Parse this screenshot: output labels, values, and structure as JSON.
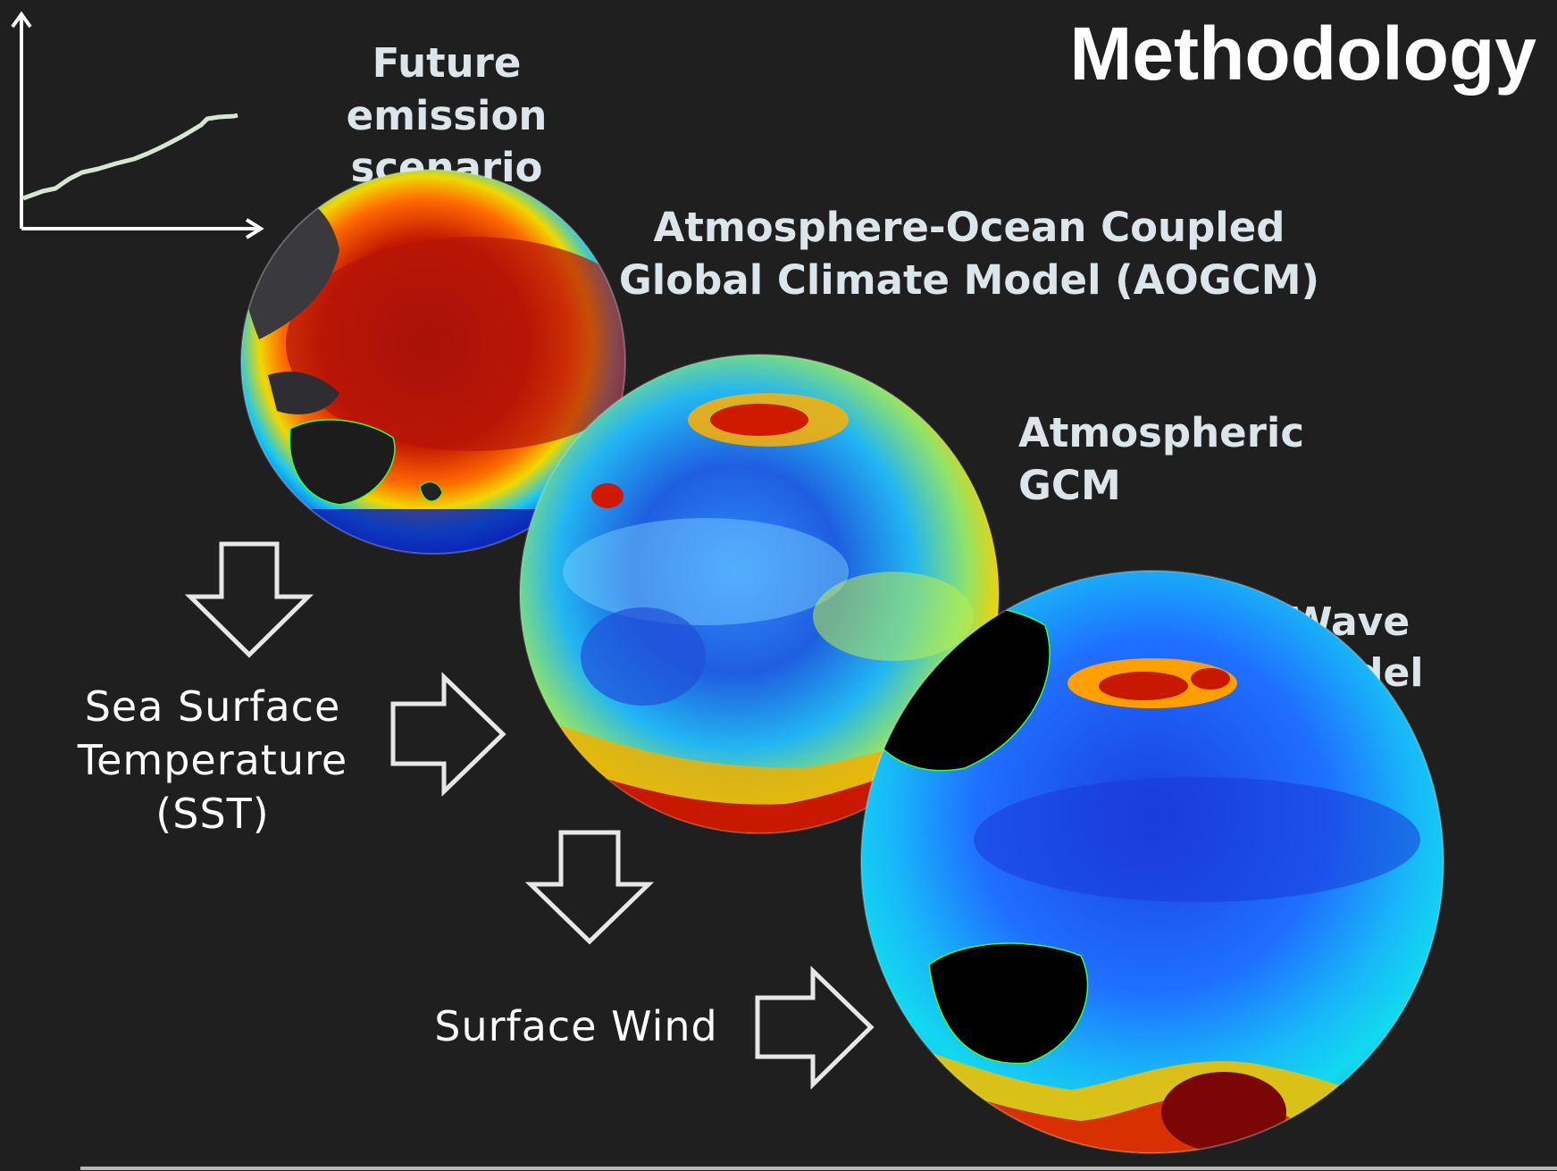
{
  "title": "Methodology",
  "labels": {
    "emission": [
      "Future emission",
      "scenario"
    ],
    "aogcm": [
      "Atmosphere-Ocean Coupled",
      "Global Climate Model (AOGCM)"
    ],
    "agcm": "Atmospheric GCM",
    "wave": "Wave Model",
    "sst": [
      "Sea Surface",
      "Temperature",
      "(SST)"
    ],
    "wind": "Surface Wind"
  },
  "colors": {
    "background": "#1f1f1f",
    "globe_hot": "#c41a00",
    "globe_warm": "#f0d800",
    "globe_cool": "#00a0ff",
    "globe_cold": "#0a1ab0",
    "coastline": "#3cff3c",
    "land": "#000000",
    "arrow_outline": "#e6e8e8",
    "label_text": "#dce6ea"
  },
  "icons": [
    "emission-chart-icon",
    "down-arrow-icon",
    "right-arrow-icon",
    "globe-icon"
  ]
}
